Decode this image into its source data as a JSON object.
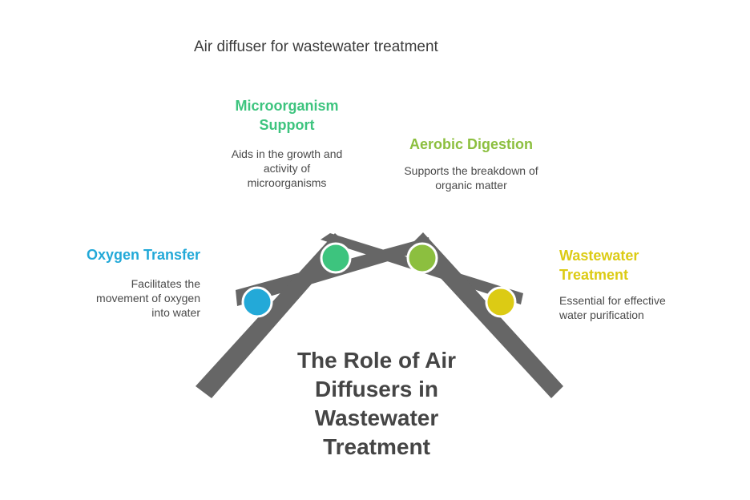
{
  "heading": "Air diffuser for wastewater treatment",
  "main_title": "The Role of Air Diffusers in Wastewater Treatment",
  "colors": {
    "frame": "#666666",
    "oxygen_transfer": "#23a9d8",
    "microorganism_support": "#3dc47e",
    "aerobic_digestion": "#8cbf3f",
    "wastewater_treatment": "#dccb14"
  },
  "items": {
    "oxygen_transfer": {
      "title": "Oxygen Transfer",
      "description": "Facilitates the movement of oxygen into water"
    },
    "microorganism_support": {
      "title": "Microorganism Support",
      "description": "Aids in the growth and activity of microorganisms"
    },
    "aerobic_digestion": {
      "title": "Aerobic Digestion",
      "description": "Supports the breakdown of organic matter"
    },
    "wastewater_treatment": {
      "title": "Wastewater Treatment",
      "description": "Essential for effective water purification"
    }
  }
}
